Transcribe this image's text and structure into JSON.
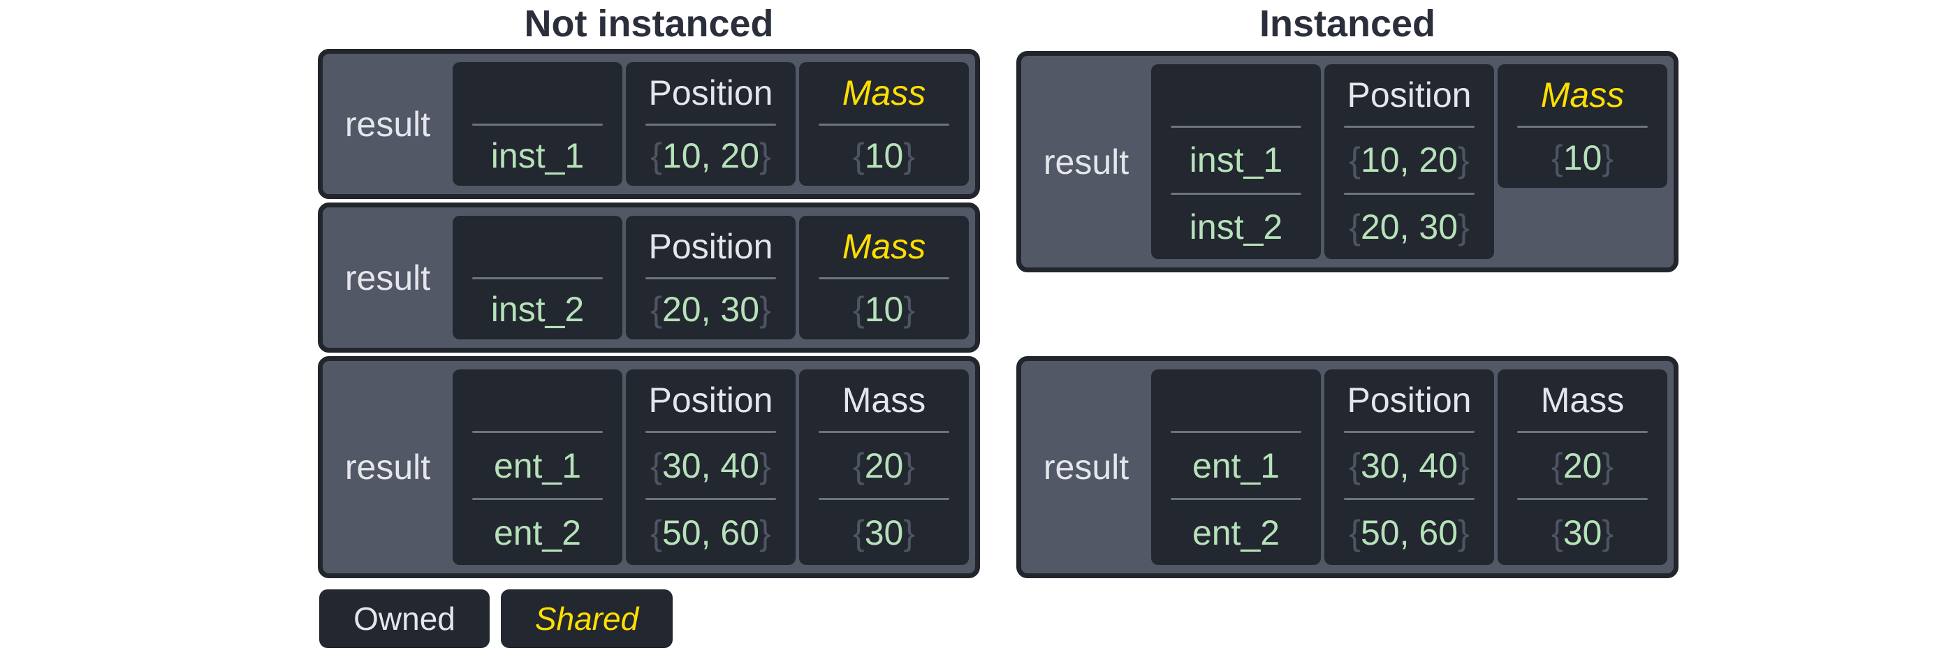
{
  "titles": {
    "not_instanced": "Not instanced",
    "instanced": "Instanced"
  },
  "legend": {
    "owned": "Owned",
    "shared": "Shared"
  },
  "colors": {
    "background": "#ffffff",
    "box_fill": "#525866",
    "box_border": "#22262c",
    "cell_fill": "#23272f",
    "divider": "#6d7380",
    "text_primary": "#e4e6ec",
    "shared_yellow": "#ffdf00",
    "value_green": "#b6e2ba",
    "brace_gray": "#4e5463",
    "title_color": "#2a2f3b"
  },
  "boxes": {
    "left1": {
      "label": "result",
      "columns": [
        {
          "header": "",
          "shared": false,
          "rows": [
            {
              "body": "inst_1"
            }
          ]
        },
        {
          "header": "Position",
          "shared": false,
          "rows": [
            {
              "open": "{",
              "body": "10, 20",
              "close": "}"
            }
          ]
        },
        {
          "header": "Mass",
          "shared": true,
          "rows": [
            {
              "open": "{",
              "body": "10",
              "close": "}"
            }
          ]
        }
      ]
    },
    "left2": {
      "label": "result",
      "columns": [
        {
          "header": "",
          "shared": false,
          "rows": [
            {
              "body": "inst_2"
            }
          ]
        },
        {
          "header": "Position",
          "shared": false,
          "rows": [
            {
              "open": "{",
              "body": "20, 30",
              "close": "}"
            }
          ]
        },
        {
          "header": "Mass",
          "shared": true,
          "rows": [
            {
              "open": "{",
              "body": "10",
              "close": "}"
            }
          ]
        }
      ]
    },
    "left3": {
      "label": "result",
      "columns": [
        {
          "header": "",
          "shared": false,
          "rows": [
            {
              "body": "ent_1"
            },
            {
              "body": "ent_2"
            }
          ]
        },
        {
          "header": "Position",
          "shared": false,
          "rows": [
            {
              "open": "{",
              "body": "30, 40",
              "close": "}"
            },
            {
              "open": "{",
              "body": "50, 60",
              "close": "}"
            }
          ]
        },
        {
          "header": "Mass",
          "shared": false,
          "rows": [
            {
              "open": "{",
              "body": "20",
              "close": "}"
            },
            {
              "open": "{",
              "body": "30",
              "close": "}"
            }
          ]
        }
      ]
    },
    "right1": {
      "label": "result",
      "columns": [
        {
          "header": "",
          "shared": false,
          "rows": [
            {
              "body": "inst_1"
            },
            {
              "body": "inst_2"
            }
          ]
        },
        {
          "header": "Position",
          "shared": false,
          "rows": [
            {
              "open": "{",
              "body": "10, 20",
              "close": "}"
            },
            {
              "open": "{",
              "body": "20, 30",
              "close": "}"
            }
          ]
        },
        {
          "header": "Mass",
          "shared": true,
          "rows": [
            {
              "open": "{",
              "body": "10",
              "close": "}"
            }
          ]
        }
      ]
    },
    "right2": {
      "label": "result",
      "columns": [
        {
          "header": "",
          "shared": false,
          "rows": [
            {
              "body": "ent_1"
            },
            {
              "body": "ent_2"
            }
          ]
        },
        {
          "header": "Position",
          "shared": false,
          "rows": [
            {
              "open": "{",
              "body": "30, 40",
              "close": "}"
            },
            {
              "open": "{",
              "body": "50, 60",
              "close": "}"
            }
          ]
        },
        {
          "header": "Mass",
          "shared": false,
          "rows": [
            {
              "open": "{",
              "body": "20",
              "close": "}"
            },
            {
              "open": "{",
              "body": "30",
              "close": "}"
            }
          ]
        }
      ]
    }
  }
}
